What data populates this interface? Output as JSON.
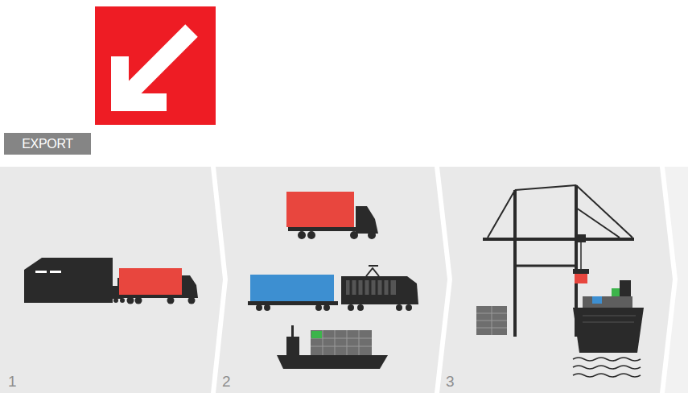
{
  "diagram": {
    "nodes": [
      {
        "text": [
          "EXPORT"
        ]
      },
      {
        "text": [
          "1"
        ]
      },
      {
        "text": [
          "2"
        ]
      },
      {
        "text": [
          "3"
        ]
      }
    ]
  }
}
